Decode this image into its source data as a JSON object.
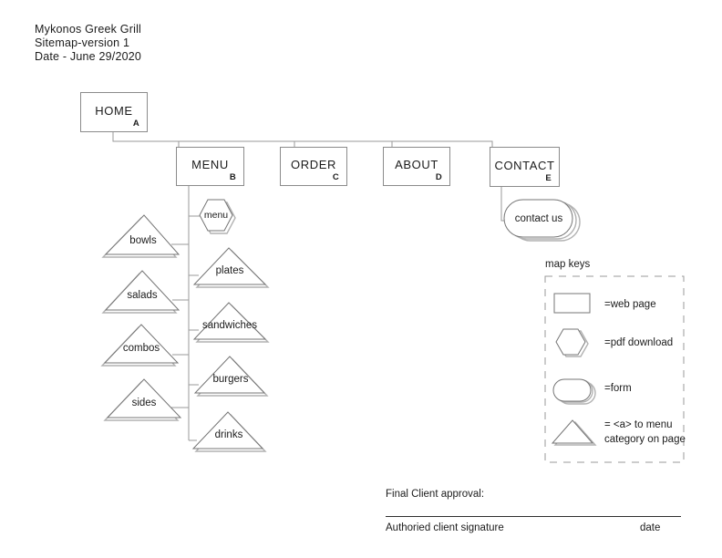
{
  "header": {
    "brand": "Mykonos Greek Grill",
    "version_line": "Sitemap-version 1",
    "date_line": "Date - June 29/2020"
  },
  "pages": {
    "home": {
      "label": "HOME",
      "letter": "A"
    },
    "menu": {
      "label": "MENU",
      "letter": "B"
    },
    "order": {
      "label": "ORDER",
      "letter": "C"
    },
    "about": {
      "label": "ABOUT",
      "letter": "D"
    },
    "contact": {
      "label": "CONTACT",
      "letter": "E"
    }
  },
  "pdf_node": {
    "label": "menu"
  },
  "form_node": {
    "label": "contact us"
  },
  "categories": [
    {
      "label": "bowls"
    },
    {
      "label": "salads"
    },
    {
      "label": "combos"
    },
    {
      "label": "sides"
    },
    {
      "label": "plates"
    },
    {
      "label": "sandwiches"
    },
    {
      "label": "burgers"
    },
    {
      "label": "drinks"
    }
  ],
  "legend": {
    "title": "map keys",
    "items": [
      {
        "name": "web-page",
        "label": "=web page"
      },
      {
        "name": "pdf-download",
        "label": "=pdf download"
      },
      {
        "name": "form",
        "label": "=form"
      },
      {
        "name": "menu-anchor",
        "label_line1": "= <a> to menu",
        "label_line2": "category on page"
      }
    ]
  },
  "approval": {
    "heading": "Final Client approval:",
    "signature_label": "Authoried client signature",
    "date_label": "date"
  },
  "colors": {
    "connector": "#9a9a9a",
    "shape_border": "#757575",
    "shape_shadow": "#b2b2b2",
    "text": "#1b1b1b"
  }
}
